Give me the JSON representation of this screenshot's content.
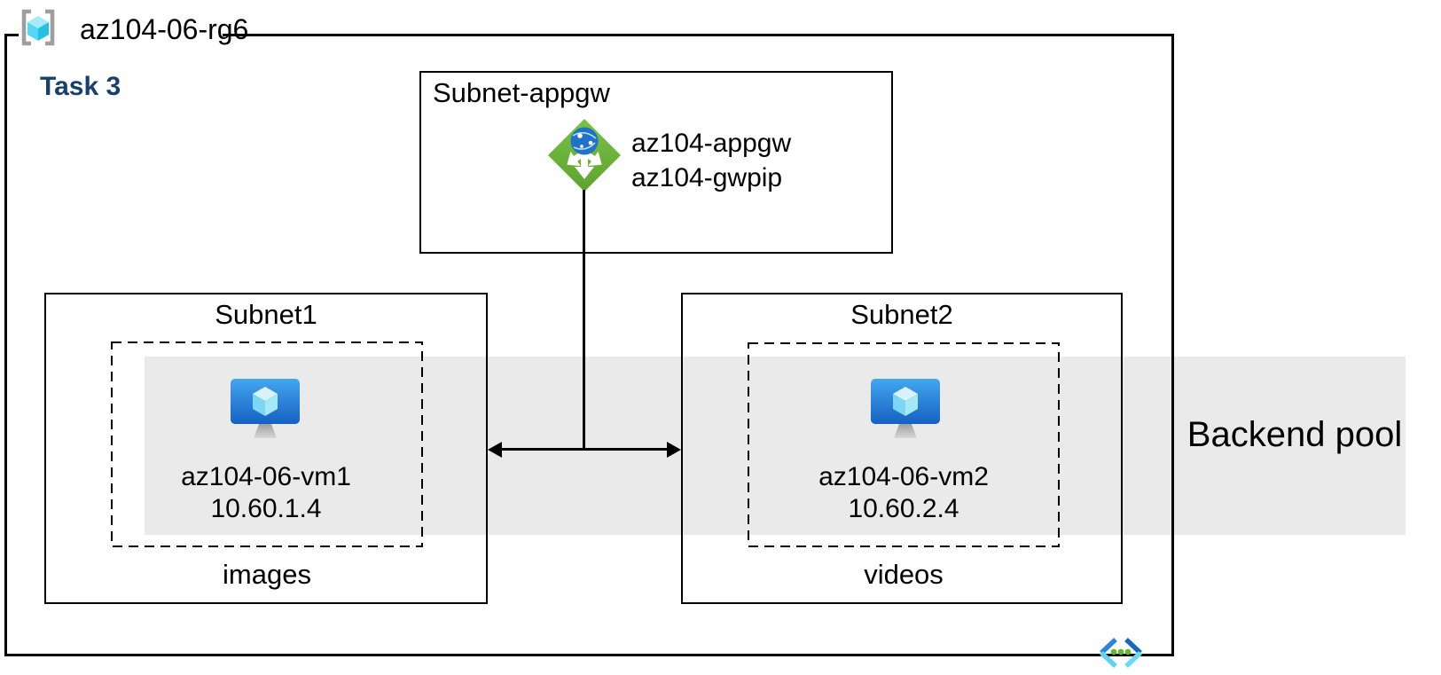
{
  "resource_group": {
    "name": "az104-06-rg6"
  },
  "task": {
    "label": "Task 3",
    "color": "#17406F"
  },
  "subnet_appgw": {
    "title": "Subnet-appgw",
    "gateway_name": "az104-appgw",
    "public_ip": "az104-gwpip"
  },
  "subnet1": {
    "title": "Subnet1",
    "vm": {
      "name": "az104-06-vm1",
      "ip": "10.60.1.4"
    },
    "container_label": "images"
  },
  "subnet2": {
    "title": "Subnet2",
    "vm": {
      "name": "az104-06-vm2",
      "ip": "10.60.2.4"
    },
    "container_label": "videos"
  },
  "backend_pool": {
    "label": "Backend pool",
    "band_color": "#EAEAEA"
  },
  "icons": {
    "resource_group": "resource-group-icon",
    "application_gateway": "application-gateway-icon",
    "virtual_machine": "virtual-machine-icon",
    "virtual_network": "virtual-network-icon"
  },
  "colors": {
    "task_navy": "#17406F",
    "band_gray": "#EAEAEA",
    "appgw_green": "#6CB33E",
    "vm_blue_top": "#44A7F0",
    "vm_blue_bottom": "#1560C2",
    "line_black": "#000000"
  }
}
